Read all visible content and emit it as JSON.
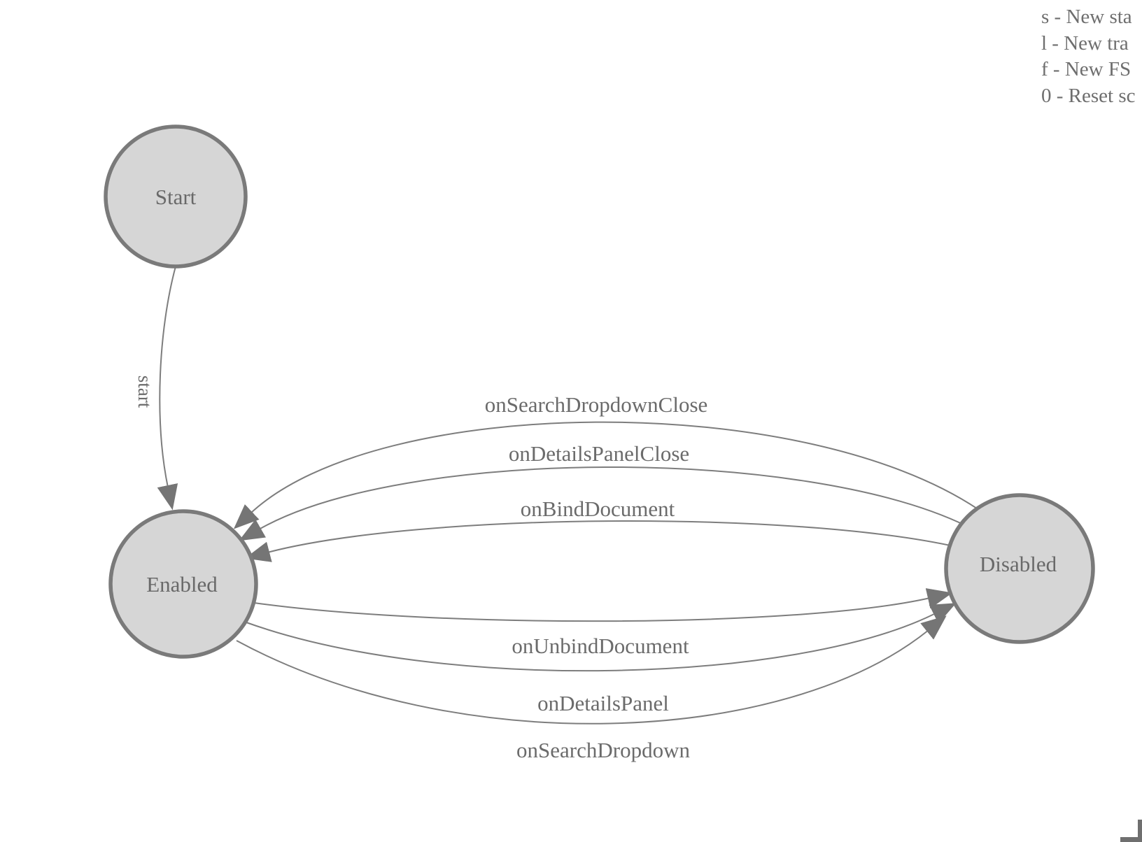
{
  "diagram_title": "finite-state-machine",
  "colors": {
    "node_fill": "#d6d6d6",
    "node_stroke": "#7a7a7a",
    "edge_stroke": "#7d7d7d",
    "arrow_fill": "#757575",
    "label_text": "#6b6b6b",
    "legend_text": "#6e6e6e"
  },
  "states": [
    {
      "id": "start",
      "label": "Start"
    },
    {
      "id": "enabled",
      "label": "Enabled"
    },
    {
      "id": "disabled",
      "label": "Disabled"
    }
  ],
  "transitions": [
    {
      "label": "start",
      "from": "Start",
      "to": "Enabled"
    },
    {
      "label": "onSearchDropdownClose",
      "from": "Disabled",
      "to": "Enabled"
    },
    {
      "label": "onDetailsPanelClose",
      "from": "Disabled",
      "to": "Enabled"
    },
    {
      "label": "onBindDocument",
      "from": "Disabled",
      "to": "Enabled"
    },
    {
      "label": "onUnbindDocument",
      "from": "Enabled",
      "to": "Disabled"
    },
    {
      "label": "onDetailsPanel",
      "from": "Enabled",
      "to": "Disabled"
    },
    {
      "label": "onSearchDropdown",
      "from": "Enabled",
      "to": "Disabled"
    }
  ],
  "legend": {
    "lines": [
      "s - New sta",
      "l - New tra",
      "f - New FS",
      "0 - Reset sc"
    ]
  }
}
